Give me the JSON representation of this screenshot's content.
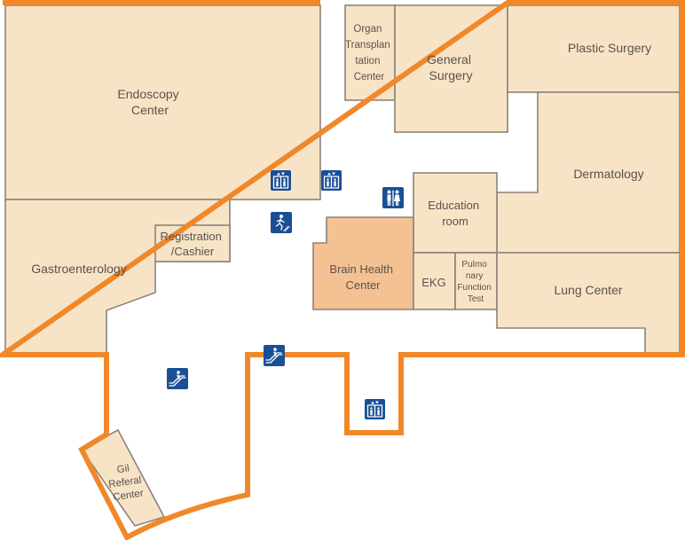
{
  "rooms": {
    "endoscopy": [
      "Endoscopy",
      "Center"
    ],
    "organ": [
      "Organ",
      "Transplan",
      "tation",
      "Center"
    ],
    "general_surgery": [
      "General",
      "Surgery"
    ],
    "plastic_surgery": [
      "Plastic Surgery"
    ],
    "dermatology": [
      "Dermatology"
    ],
    "education": [
      "Education",
      "room"
    ],
    "registration": [
      "Registration",
      "/Cashier"
    ],
    "gastro": [
      "Gastroenterology"
    ],
    "brain_health": [
      "Brain Health",
      "Center"
    ],
    "ekg": [
      "EKG"
    ],
    "pulmonary": [
      "Pulmo",
      "nary",
      "Function",
      "Test"
    ],
    "lung": [
      "Lung Center"
    ],
    "gil_referral": [
      "Gil",
      "Referal",
      "Center"
    ]
  },
  "highlight_color": "#f4c193",
  "room_color": "#f7e4c7",
  "outline_color": "#f0882a",
  "icon_color": "#1a4f96",
  "icons": [
    "elevator-icon",
    "elevator-icon",
    "restroom-icon",
    "emergency-exit-icon",
    "escalator-icon",
    "escalator-icon",
    "elevator-icon"
  ]
}
